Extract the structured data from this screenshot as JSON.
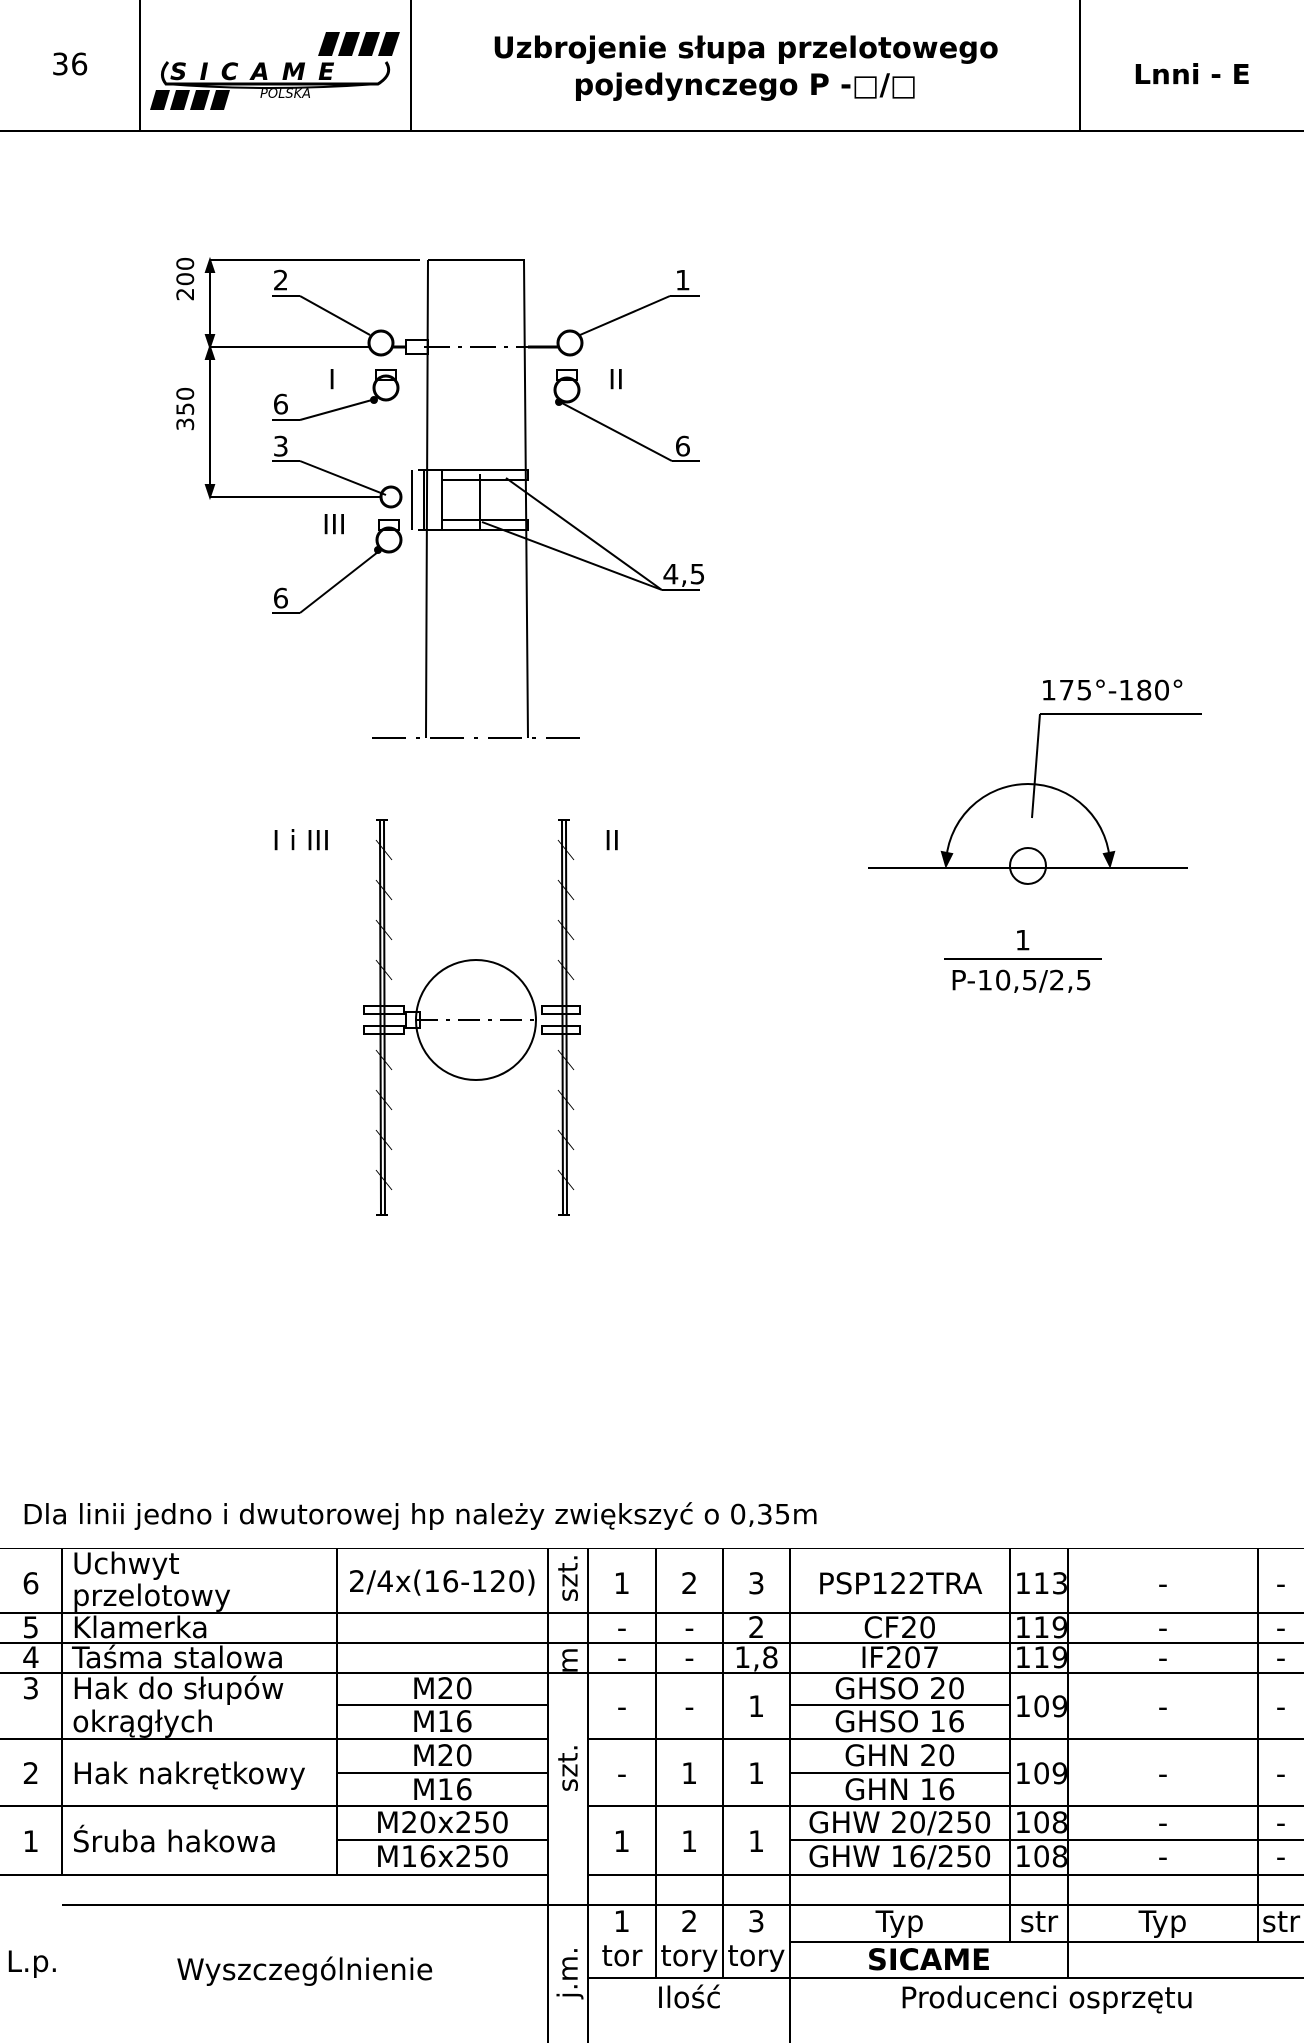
{
  "header": {
    "page_number": "36",
    "logo_text": "S I C A M E",
    "logo_sub": "POLSKA",
    "title_line1": "Uzbrojenie słupa przelotowego",
    "title_line2": "pojedynczego P -□/□",
    "code": "Lnni - E"
  },
  "drawing": {
    "dim_200": "200",
    "dim_350": "350",
    "label_1": "1",
    "label_2": "2",
    "label_3": "3",
    "label_6a": "6",
    "label_6b": "6",
    "label_6c": "6",
    "label_45": "4,5",
    "roman_I": "I",
    "roman_II": "II",
    "roman_III": "III",
    "plan_left": "I i III",
    "plan_right": "II",
    "angle": "175°-180°",
    "scheme_num": "1",
    "scheme_type": "P-10,5/2,5"
  },
  "note": "Dla linii jedno i dwutorowej hp należy zwiększyć o 0,35m",
  "table": {
    "rows": [
      {
        "lp": "6",
        "name": "Uchwyt",
        "name2": "przelotowy",
        "spec": "2/4x(16-120)",
        "unit": "szt.",
        "q1": "1",
        "q2": "2",
        "q3": "3",
        "typ": "PSP122TRA",
        "str": "113",
        "typ2": "-",
        "str2": "-"
      },
      {
        "lp": "5",
        "name": "Klamerka",
        "spec": "",
        "q1": "-",
        "q2": "-",
        "q3": "2",
        "typ": "CF20",
        "str": "119",
        "typ2": "-",
        "str2": "-"
      },
      {
        "lp": "4",
        "name": "Taśma stalowa",
        "spec": "",
        "unit": "m",
        "q1": "-",
        "q2": "-",
        "q3": "1,8",
        "typ": "IF207",
        "str": "119",
        "typ2": "-",
        "str2": "-"
      },
      {
        "lp": "3",
        "name": "Hak do słupów",
        "name2": "okrągłych",
        "spec": "M20",
        "spec2": "M16",
        "q1": "-",
        "q2": "-",
        "q3": "1",
        "typ": "GHSO 20",
        "typb": "GHSO 16",
        "str": "109",
        "typ2": "-",
        "str2": "-"
      },
      {
        "lp": "2",
        "name": "Hak nakrętkowy",
        "spec": "M20",
        "spec2": "M16",
        "unit": "szt.",
        "q1": "-",
        "q2": "1",
        "q3": "1",
        "typ": "GHN 20",
        "typb": "GHN 16",
        "str": "109",
        "typ2": "-",
        "str2": "-"
      },
      {
        "lp": "1",
        "name": "Śruba hakowa",
        "spec": "M20x250",
        "spec2": "M16x250",
        "q1": "1",
        "q2": "1",
        "q3": "1",
        "typ": "GHW 20/250",
        "typb": "GHW 16/250",
        "str": "108",
        "strb": "108",
        "typ2": "-",
        "typ2b": "-",
        "str2": "-",
        "str2b": "-"
      }
    ],
    "footer": {
      "lp": "L.p.",
      "name": "Wyszczególnienie",
      "unit": "j.m.",
      "t1a": "1",
      "t1b": "tor",
      "t2a": "2",
      "t2b": "tory",
      "t3a": "3",
      "t3b": "tory",
      "typ": "Typ",
      "str": "str",
      "typ2": "Typ",
      "str2": "str",
      "sicame": "SICAME",
      "ilosc": "Ilość",
      "producenci": "Producenci  osprzętu"
    }
  }
}
